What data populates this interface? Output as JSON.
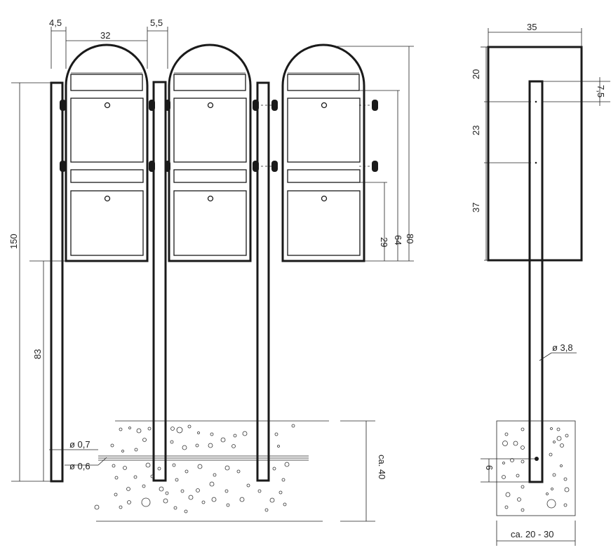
{
  "front_view": {
    "dims": {
      "left_gap": "4,5",
      "box_width": "32",
      "right_gap": "5,5",
      "total_height": "150",
      "ground_height": "83",
      "pipe_outer": "ø 0,7",
      "pipe_inner": "ø 0,6",
      "foundation_depth": "ca. 40",
      "box_low": "29",
      "box_mid": "64",
      "box_full": "80"
    }
  },
  "side_view": {
    "dims": {
      "depth": "35",
      "top": "20",
      "slot": "7,5",
      "middle": "23",
      "bottom": "37",
      "post_diameter": "ø 3,8",
      "embed": "6",
      "foundation_width": "ca. 20 - 30"
    }
  }
}
